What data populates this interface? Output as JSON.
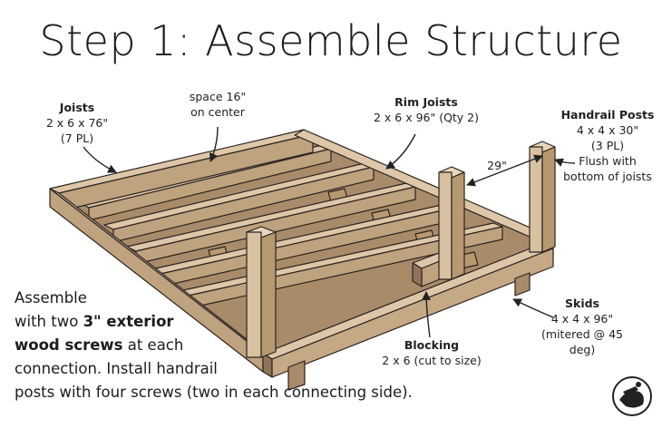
{
  "title": "Step 1: Assemble Structure",
  "labels": {
    "joists": {
      "name": "Joists",
      "size": "2 x 6 x 76\"",
      "qty": "(7 PL)"
    },
    "spacing": {
      "line1": "space 16\"",
      "line2": "on center"
    },
    "rim_joists": {
      "name": "Rim Joists",
      "size": "2 x 6 x 96\" (Qty 2)"
    },
    "handrail_posts": {
      "name": "Handrail Posts",
      "size": "4 x 4 x 30\"",
      "qty": "(3 PL)",
      "note1": "Flush with",
      "note2": "bottom of joists"
    },
    "dimension": "29\"",
    "skids": {
      "name": "Skids",
      "size": "4 x 4 x 96\"",
      "note": "(mitered @ 45 deg)"
    },
    "blocking": {
      "name": "Blocking",
      "size": "2 x 6 (cut to size)"
    }
  },
  "instructions": {
    "line1": "Assemble",
    "line2_pre": "with two",
    "line2_bold": "3\" exterior",
    "line3_bold": "wood screws",
    "line3_post": "at each",
    "line4": "connection. Install handrail",
    "line5": "posts with four screws (two in each connecting side)."
  },
  "colors": {
    "wood_top": "#ddc7a8",
    "wood_side": "#bfa27e",
    "wood_dark": "#8f7459",
    "outline": "#2a2420"
  },
  "logo_icon": "workshop-logo-icon"
}
